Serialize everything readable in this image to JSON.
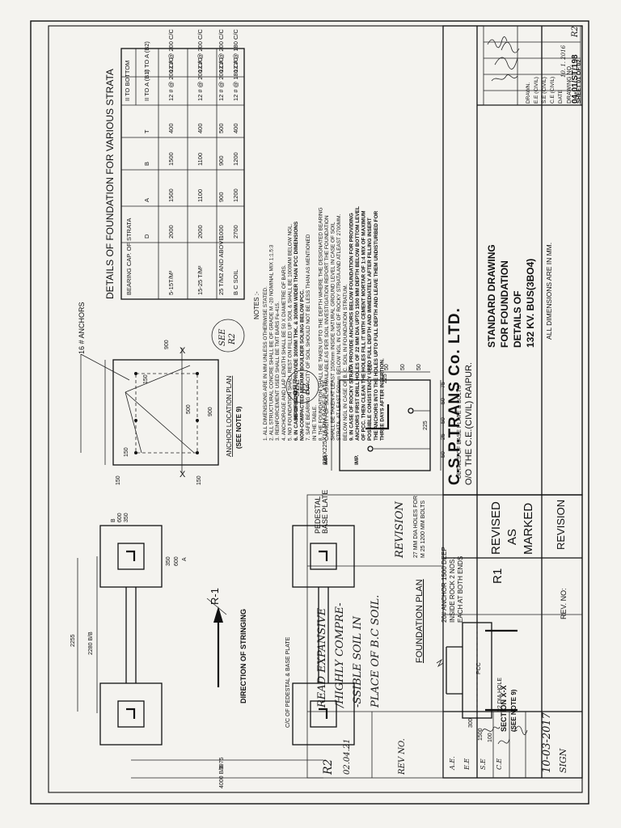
{
  "title_block": {
    "company": "C.S.P.TRANS Co. LTD.",
    "office": "O/O THE C.E.(CIVIL) RAIPUR.",
    "drawing_title": [
      "STANDARD DRAWING",
      "FOR FOUNDATION",
      "DETAILS OF",
      "132 KV. BUS(3BO4)"
    ],
    "dimensions_note": "ALL DIMENSIONS ARE IN MM.",
    "drawn_label": "DRAWN.",
    "roles": [
      "E.E (CIVIL)",
      "S.E (CIVIL)",
      "C.E (CIVIL)"
    ],
    "date_label": "DATE",
    "date_value": "10. 1. 2016",
    "drawing_no_label": "DRAWING NO.",
    "drawing_no": "04-01/ST/198",
    "drawing_rev": "R2",
    "sheet": "SHEET 01 OF 02"
  },
  "revision_block": {
    "revised_text": [
      "REVISED",
      "AS",
      "MARKED"
    ],
    "revision_label": "REVISION",
    "rev_no_label": "REV. NO:",
    "rev_no": "R1",
    "revision_date": "10-03-2017",
    "sign_label": "SIGN",
    "sign_roles": [
      "A.E.",
      "E.E",
      "S.E",
      "C.E"
    ],
    "r2_text": [
      "READ EXPANSIVE",
      "/HIGHLY COMPRE-",
      "-SSIBLE SOIL IN",
      "PLACE OF B.C SOIL."
    ],
    "r2_no": "R2",
    "r2_date": "02.04.21",
    "r2_revision": "REVISION",
    "r2_rev_no": "REV NO."
  },
  "strata_table": {
    "title": "DETAILS OF FOUNDATION FOR VARIOUS STRATA",
    "headers": [
      "BEARING CAP. OF STRATA",
      "D",
      "A",
      "B",
      "T",
      "II TO A (B1)",
      "II TO A (B2)"
    ],
    "group_header": "II TO BOTTOM",
    "rows": [
      [
        "5-15T/M²",
        "2000",
        "1500",
        "1500",
        "400",
        "12 # @ 200 C/C",
        "12 # @ 200 C/C"
      ],
      [
        "15-25 T/M²",
        "2000",
        "1100",
        "1100",
        "400",
        "12 # @ 200 C/C",
        "12 # @ 200 C/C"
      ],
      [
        "25 T/M2 AND ABOVE",
        "1000",
        "900",
        "900",
        "500",
        "12 # @ 200 C/C",
        "12 # @ 200 C/C"
      ],
      [
        "B C SOIL",
        "2700",
        "1200",
        "1200",
        "400",
        "12 # @ 180 C/C",
        "12 # @ 180 C/C"
      ]
    ]
  },
  "notes": {
    "heading": "NOTES :-",
    "items": [
      "1.  ALL DIMENSIONS ARE IN MM UNLESS OTHERWISE STATED.",
      "2.  ALL STRUCTURAL CONCRE SHALL BE OF GRADE M -20 NOMINAL MIX 1:1.5:3",
      "3.  REINFORCEMENT USED SHALL BE  TMT BARS Fe-415.",
      "4.  ANCHORAGE AND LAP LENGTH SHALL BE 50 X DIAMETRE OF BARS.",
      "5.  NO FOUNDATION  SHALL REST ON FILLED UP SOIL & SHALL BE 1000MM BELOW NGL.",
      "6.  IN CASE OF BC SOIL PROVIDE 300MM THK. & 300MM WIDER THAN PCC DIMENSIONS",
      "     NON-COMPACTED MEDIUM BOULDER SOLING BELOW PCC.",
      "7.  SAFE BEARING CAPACITY OF SOIL SHOULD NOT BE LESS THAN AS MENTIONED",
      "     IN THE TABLE.",
      "8.  THE FOUNDATION SHALL BE TAKEN UPTO THE DEPTH WHERE THE DESIGNATED BEARING",
      "     CAPACITY OF SOIL IS AVAILABLE AS PER SOIL INVESTIGATION REPORT THE FOUNDATION",
      "     SHALL BE TAKEN AT LEAST 1500mm INSIDE NATURAL GROUND LEVEL IN CASE OF SOIL",
      "     STRATA, AT LEAST 500mm BELOW NGL IN CASE OF ROCKY STRATA AND ATLEAST 2700MM.",
      "     BELOW NGL IN CASE OF B. C. SOIL IN FOUNDATION STRATUM.",
      "9.  IN CASE OF ROCKY STRATA PROVIDE ANCHORS BELOW FOUNDATION FOR PROVIDING",
      "     ANCHORS FIRST DRILL HOLES OF 22 MM DIA UPTO 1500 MM DEPTH BELOW  BOTTOM LEVEL",
      "     OF PCC. THEN CLEAN THE HOLES FILL IT WITH CEMENT MORTAR OF 1:4 MIX OF MAXIMUM",
      "     POSSIBLE CONSISTENCY UPTO FULL DEPTH AND IMMEDIATELY AFTER FILLING INSERT",
      "     THE ANCHORS INTO THE HOLES UPTO FULL DEPTH AND LEAVE THEM UNDISTURBED FOR",
      "     THREE DAYS AFTER INSERTION."
    ],
    "important_labels": [
      "IMP.",
      "IMPORTANT",
      "IMP.",
      "IMP."
    ]
  },
  "anchor_plan": {
    "title": "ANCHOR LOCATION PLAN",
    "subtitle": "(SEE NOTE 9)",
    "anchors_label": "16 # ANCHORS",
    "dims": [
      "900",
      "150",
      "150",
      "900",
      "500",
      "150",
      "150"
    ],
    "see_r2": [
      "SEE",
      "R2"
    ]
  },
  "base_plate": {
    "title": "DETAILS OF BASE PLATE & BOLTS",
    "label": "225X225X16 MM BASE PLATE",
    "dims_top": [
      "75",
      "50",
      "50",
      "50",
      "50",
      "225"
    ],
    "dims_left": [
      "50",
      "50",
      "25",
      "50",
      "75",
      "225"
    ],
    "see_r2": [
      "SEE",
      "R2"
    ]
  },
  "foundation_plan": {
    "title": "FOUNDATION PLAN",
    "dims": [
      "2255",
      "2280 B/B",
      "350",
      "600",
      "B",
      "350",
      "600",
      "A",
      "3975",
      "4000 B/B"
    ],
    "direction": "DIRECTION OF STRINGING",
    "r1": "R-1",
    "pedestal": "PEDESTAL",
    "base_plate": "BASE PLATE",
    "co_label": "C/C OF PEDESTAL & BASE PLATE",
    "holes_label": [
      "27 MM DIA HOLES FOR",
      "M 25 1200  MM BOLTS"
    ]
  },
  "section": {
    "title": "SECTION X-X",
    "subtitle": "(SEE NOTE 9)",
    "anchor_label": [
      "20# ANCHOR 1500 DEEP",
      "INSIDE ROCK 2 NOS.",
      "EACH AT BOTH ENDS"
    ],
    "pcc": "PCC",
    "hole": "22 DIA HOLE",
    "dims": [
      "300",
      "1500",
      "100"
    ]
  }
}
